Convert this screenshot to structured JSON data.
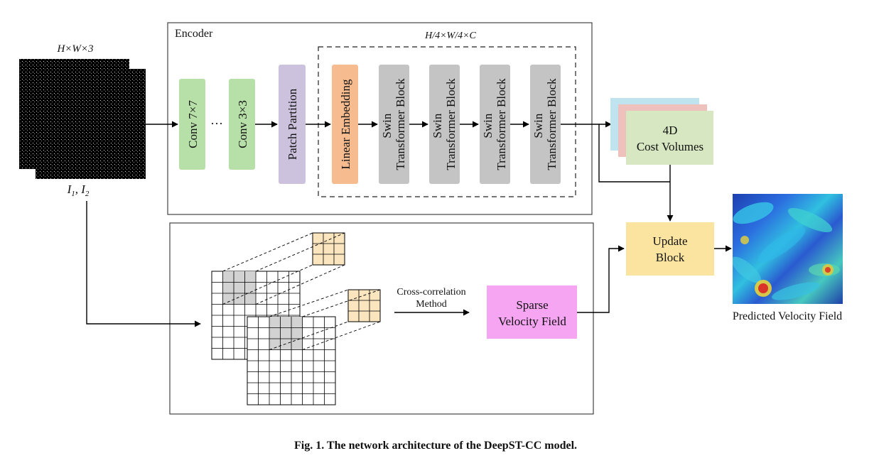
{
  "input": {
    "dims": "H×W×3",
    "images_label": "I1, I2",
    "images_label_main": [
      "I",
      "1",
      ", I",
      "2"
    ]
  },
  "encoder": {
    "title": "Encoder",
    "stage_dims": "H/4×W/4×C",
    "blocks": [
      "Conv 7×7",
      "Conv 3×3",
      "Patch Partition",
      "Linear Embedding"
    ],
    "ellipsis": "···",
    "swin_line1": "Swin",
    "swin_line2": "Transformer Block"
  },
  "cost_volumes": {
    "line1": "4D",
    "line2": "Cost Volumes"
  },
  "update_block": {
    "line1": "Update",
    "line2": "Block"
  },
  "output_label": "Predicted Velocity Field",
  "cc": {
    "method_line1": "Cross-correlation",
    "method_line2": "Method"
  },
  "sparse": {
    "line1": "Sparse",
    "line2": "Velocity Field"
  },
  "caption": {
    "fig": "Fig. 1.",
    "text": "The network architecture of the DeepST-CC model."
  },
  "colors": {
    "conv": "#b7dfa8",
    "patch": "#cdc2de",
    "linear": "#f6bb8e",
    "swin": "#c4c4c4",
    "cv_blue": "#bfe3ef",
    "cv_pink": "#efc1bd",
    "cv_green": "#d6e7c1",
    "update": "#fbe4a0",
    "sparse": "#f5a5f1",
    "window": "#fbe5bf",
    "shade": "#d2d2d2"
  }
}
